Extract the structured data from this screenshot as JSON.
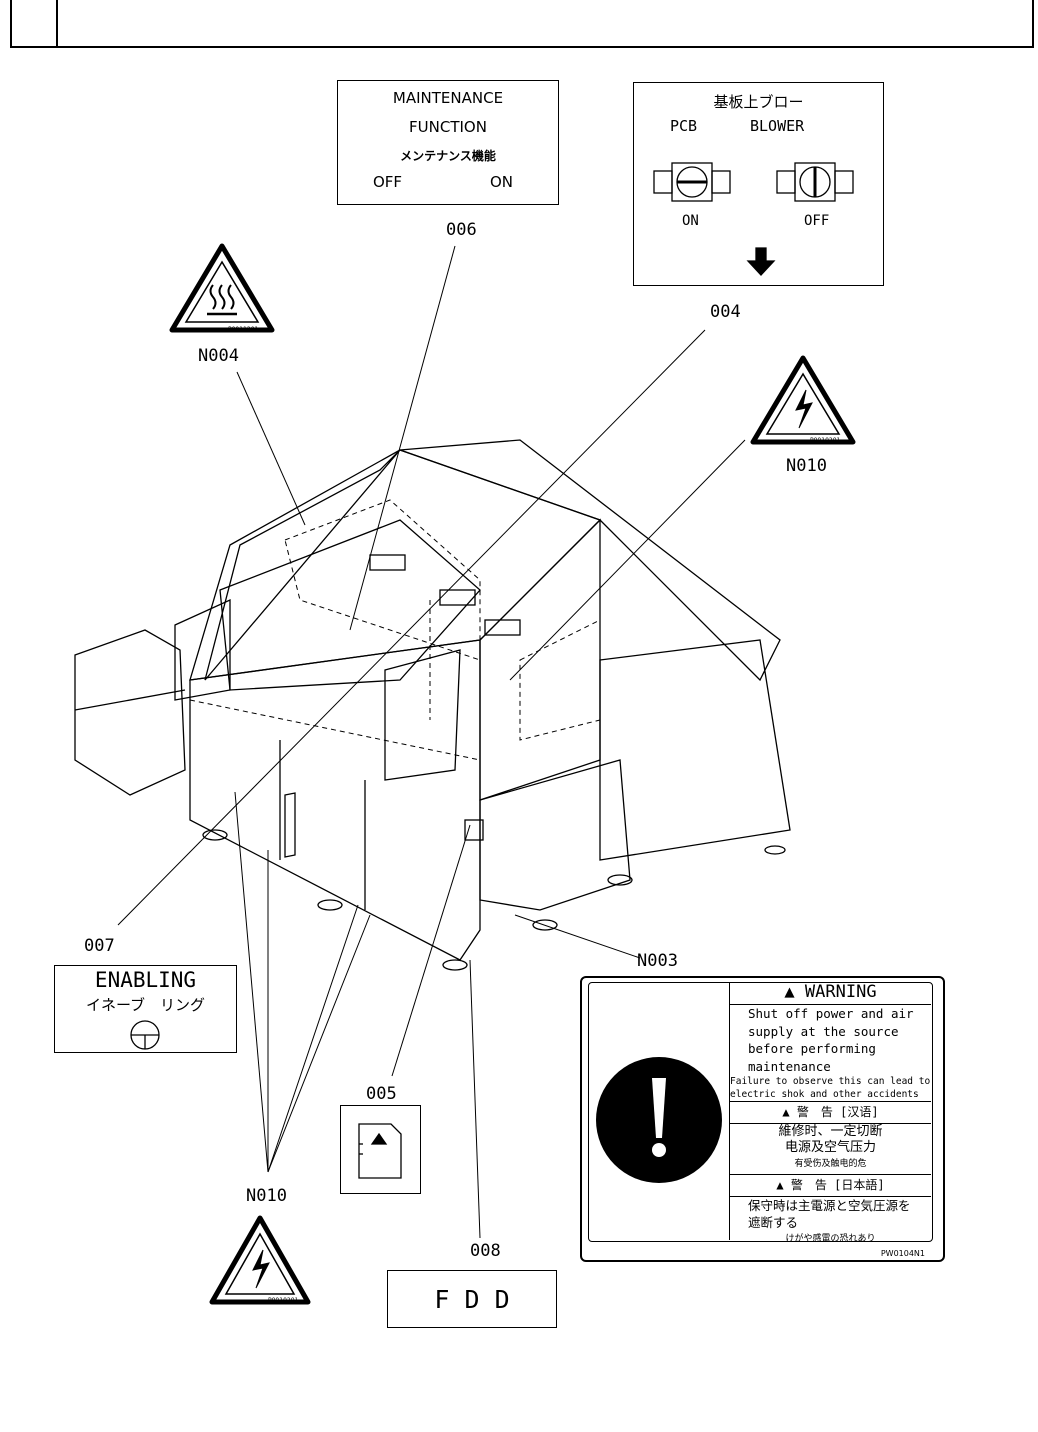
{
  "header": {
    "section_box": ""
  },
  "callouts": {
    "c006": "006",
    "c004": "004",
    "n004": "N004",
    "n010_top": "N010",
    "c007": "007",
    "n003": "N003",
    "c005": "005",
    "n010_bottom": "N010",
    "c008": "008"
  },
  "maintenance_label": {
    "line1": "MAINTENANCE",
    "line2": "FUNCTION",
    "line3": "メンテナンス機能",
    "off": "OFF",
    "on": "ON"
  },
  "blower_label": {
    "title": "基板上ブロー",
    "pcb": "PCB",
    "blower": "BLOWER",
    "on": "ON",
    "off": "OFF",
    "icon": "arrow-down-icon"
  },
  "hot_label": {
    "code": "P0011201",
    "icon": "hot-surface-icon"
  },
  "shock_label": {
    "code": "P0010201",
    "icon": "electric-shock-icon"
  },
  "enabling_label": {
    "title": "ENABLING",
    "kana": "イネーブ　リング"
  },
  "fdd_label": {
    "text": "F D D"
  },
  "warning_label": {
    "icon": "exclamation-icon",
    "en_title": "WARNING",
    "en_lines": [
      "Shut off power and air",
      "supply at the source",
      "before performing",
      "maintenance"
    ],
    "en_small": [
      "Failure to observe this can lead to",
      "electric shok and other accidents"
    ],
    "cn_title": "警　告 [汉语]",
    "cn_lines": [
      "維修时、一定切断",
      "电源及空气压力"
    ],
    "cn_small": "有受伤及触电的危",
    "jp_title": "警　告 [日本語]",
    "jp_lines": [
      "保守時は主電源と空気圧源を",
      "遮断する"
    ],
    "jp_small": "けがや感電の恐れあり",
    "code": "PW0104N1"
  }
}
